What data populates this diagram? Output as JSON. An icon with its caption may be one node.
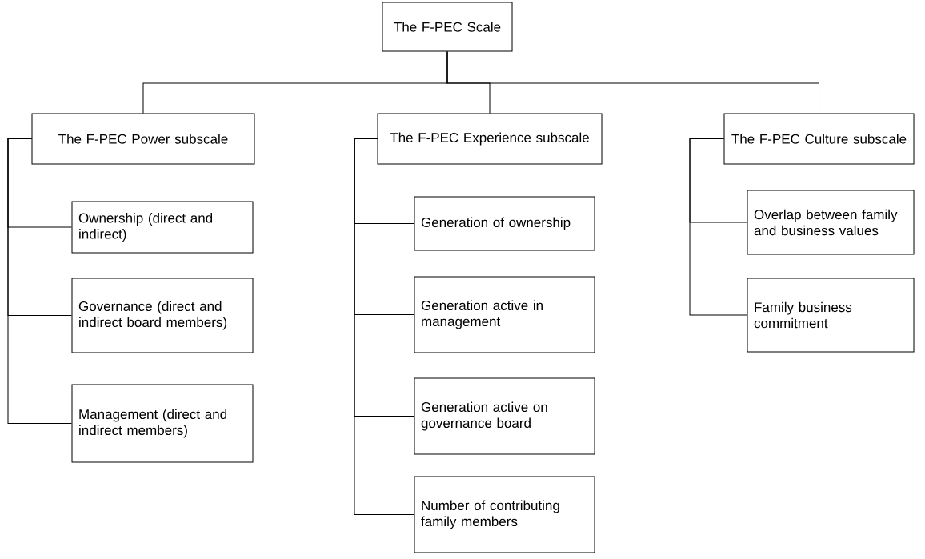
{
  "diagram": {
    "nodes": [
      {
        "text": [
          "The F-PEC Scale"
        ]
      },
      {
        "text": [
          "The F-PEC Power subscale"
        ]
      },
      {
        "text": [
          "The F-PEC Experience subscale"
        ]
      },
      {
        "text": [
          "The F-PEC Culture subscale"
        ]
      },
      {
        "text": [
          "Ownership (direct and indirect)"
        ]
      },
      {
        "text": [
          "Governance (direct and indirect board members)"
        ]
      },
      {
        "text": [
          "Management (direct and indirect members)"
        ]
      },
      {
        "text": [
          "Generation of ownership"
        ]
      },
      {
        "text": [
          "Generation active in management"
        ]
      },
      {
        "text": [
          "Generation active on governance board"
        ]
      },
      {
        "text": [
          "Number of contributing family members"
        ]
      },
      {
        "text": [
          "Overlap between family and business values"
        ]
      },
      {
        "text": [
          "Family business commitment"
        ]
      }
    ],
    "edges": [
      {
        "from": 0,
        "to": 1,
        "arrow": "none"
      },
      {
        "from": 0,
        "to": 2,
        "arrow": "none"
      },
      {
        "from": 0,
        "to": 3,
        "arrow": "none"
      },
      {
        "from": 1,
        "to": 4,
        "arrow": "none"
      },
      {
        "from": 1,
        "to": 5,
        "arrow": "none"
      },
      {
        "from": 1,
        "to": 6,
        "arrow": "none"
      },
      {
        "from": 2,
        "to": 7,
        "arrow": "none"
      },
      {
        "from": 2,
        "to": 8,
        "arrow": "none"
      },
      {
        "from": 2,
        "to": 9,
        "arrow": "none"
      },
      {
        "from": 2,
        "to": 10,
        "arrow": "none"
      },
      {
        "from": 3,
        "to": 11,
        "arrow": "none"
      },
      {
        "from": 3,
        "to": 12,
        "arrow": "none"
      }
    ]
  }
}
